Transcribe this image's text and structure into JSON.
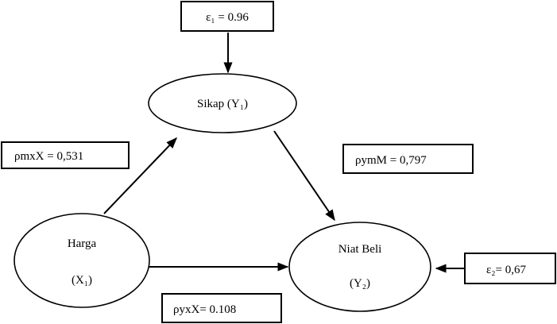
{
  "diagram": {
    "type": "path-analysis",
    "nodes": {
      "sikap": {
        "label": "Sikap (Y₁)"
      },
      "harga": {
        "label_line1": "Harga",
        "label_line2": "(X₁)"
      },
      "niat_beli": {
        "label_line1": "Niat Beli",
        "label_line2": "(Y₂)"
      }
    },
    "coefficients": {
      "epsilon1": "ε₁ = 0.96",
      "pmx": "ρmxX  = 0,531",
      "pym": "ρymM = 0,797",
      "pyx": "ρyxX= 0.108",
      "epsilon2": "ε₂= 0,67"
    },
    "edges": [
      {
        "from": "epsilon1",
        "to": "sikap"
      },
      {
        "from": "harga",
        "to": "sikap",
        "coefficient": "0,531"
      },
      {
        "from": "sikap",
        "to": "niat_beli",
        "coefficient": "0,797"
      },
      {
        "from": "harga",
        "to": "niat_beli",
        "coefficient": "0.108"
      },
      {
        "from": "epsilon2",
        "to": "niat_beli"
      }
    ]
  }
}
